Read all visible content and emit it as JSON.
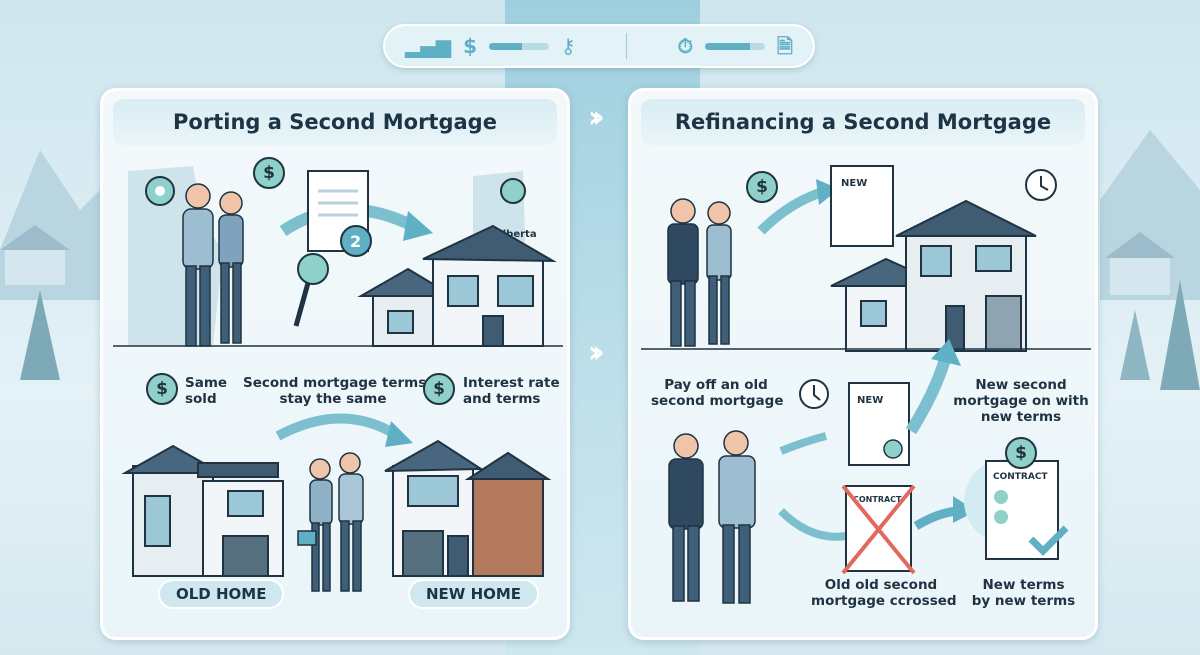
{
  "top_bar": {
    "icons": [
      "bar-chart-icon",
      "dollar-icon",
      "key-icon",
      "stopwatch-icon",
      "document-dollar-icon"
    ],
    "left_progress_pct": 55,
    "right_progress_pct": 75,
    "dollar_symbol": "$"
  },
  "left_panel": {
    "title": "Porting a Second Mortgage",
    "map_label": "Alberta",
    "key_number": "2",
    "labels": {
      "same_sold": "Same\nsold",
      "terms_same": "Second mortgage terms\nstay the same",
      "interest": "Interest rate\nand terms"
    },
    "old_home": "OLD HOME",
    "new_home": "NEW HOME"
  },
  "right_panel": {
    "title": "Refinancing a Second Mortgage",
    "doc_new": "NEW",
    "contract": "CONTRACT",
    "labels": {
      "pay_off": "Pay off an old\nsecond mortgage",
      "new_second": "New second\nmortgage on with\nnew terms",
      "old_crossed": "Old old second\nmortgage ccrossed",
      "new_terms": "New terms\nby new terms"
    }
  },
  "colors": {
    "accent": "#5fb0c5",
    "teal": "#8fd0c8",
    "navy": "#1f3342",
    "cross": "#e06a5f"
  }
}
